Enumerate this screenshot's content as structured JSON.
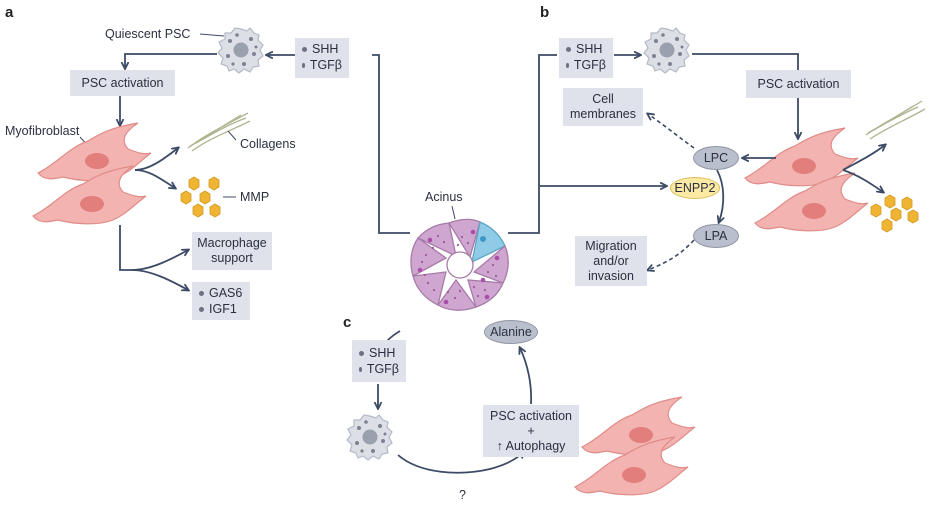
{
  "panels": {
    "a": "a",
    "b": "b",
    "c": "c"
  },
  "a": {
    "quiescent_psc": "Quiescent PSC",
    "signals": [
      "SHH",
      "TGFβ"
    ],
    "psc_activation": "PSC activation",
    "myofibroblast": "Myofibroblast",
    "collagens": "Collagens",
    "mmp": "MMP",
    "macrophage_support": [
      "Macrophage",
      "support"
    ],
    "factors": [
      "GAS6",
      "IGF1"
    ]
  },
  "center": {
    "acinus": "Acinus"
  },
  "b": {
    "signals": [
      "SHH",
      "TGFβ"
    ],
    "psc_activation": "PSC activation",
    "cell_membranes": [
      "Cell",
      "membranes"
    ],
    "lpc": "LPC",
    "enpp2": "ENPP2",
    "lpa": "LPA",
    "migration": [
      "Migration",
      "and/or",
      "invasion"
    ]
  },
  "c": {
    "signals": [
      "SHH",
      "TGFβ"
    ],
    "alanine": "Alanine",
    "activation": [
      "PSC activation",
      "+",
      "↑ Autophagy"
    ],
    "question": "?"
  },
  "colors": {
    "arrow": "#3d4a66",
    "box": "#dfe2ea",
    "psc_fill": "#dcdfe6",
    "myofibroblast_fill": "#f3b3b0",
    "myofibroblast_nucleus": "#e27f7c",
    "acinar_cell": "#cfa6cf",
    "acinar_highlight": "#8fcbe6",
    "mmp_hex": "#f0b433",
    "collagen": "#aeb38f",
    "enpp2_fill": "#fbe9a4",
    "lpc_fill": "#b9bfcd"
  }
}
